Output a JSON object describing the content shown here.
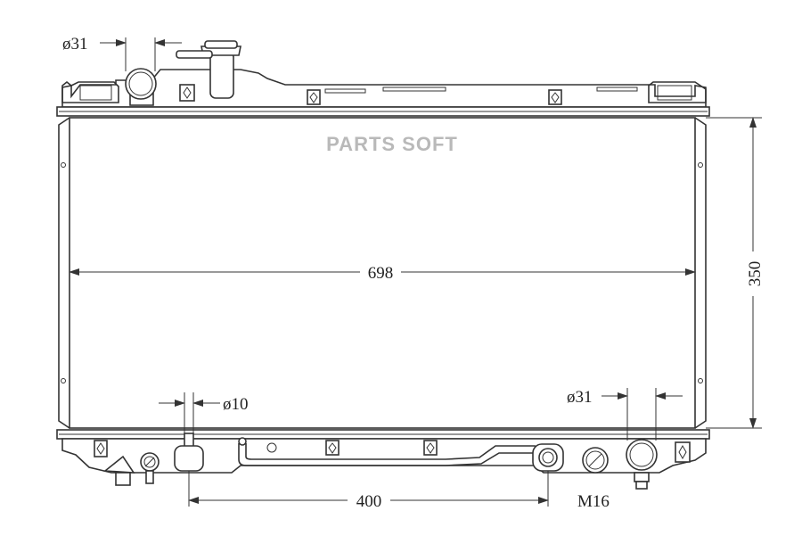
{
  "watermark": "PARTS SOFT",
  "dimensions": {
    "top_inlet_diameter": "ø31",
    "bottom_outlet_diameter": "ø31",
    "small_pipe_diameter": "ø10",
    "core_width": "698",
    "core_height": "350",
    "pipe_spacing": "400",
    "drain_thread": "M16"
  },
  "colors": {
    "line": "#333333",
    "watermark": "#b9b9b9",
    "background": "#ffffff"
  }
}
